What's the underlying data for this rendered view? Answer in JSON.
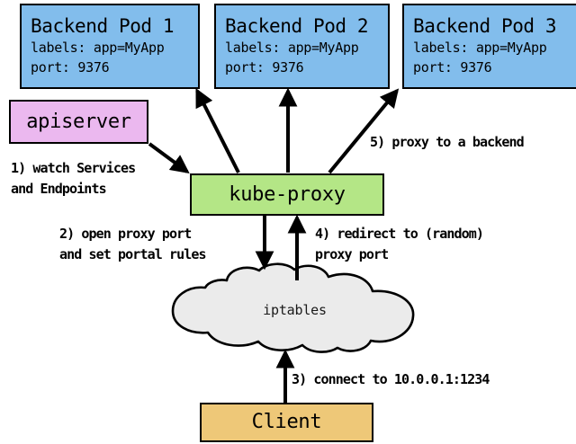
{
  "diagram": {
    "title": "kube-proxy service proxying flow",
    "colors": {
      "pod_fill": "#82bdec",
      "apiserver_fill": "#ebb8ef",
      "kubeproxy_fill": "#b4e686",
      "client_fill": "#eec878",
      "cloud_fill": "#ebebeb",
      "stroke": "#000000",
      "background": "#ffffff"
    },
    "pods": [
      {
        "title": "Backend Pod 1",
        "labels_line": "labels: app=MyApp",
        "port_line": "port: 9376"
      },
      {
        "title": "Backend Pod 2",
        "labels_line": "labels: app=MyApp",
        "port_line": "port: 9376"
      },
      {
        "title": "Backend Pod 3",
        "labels_line": "labels: app=MyApp",
        "port_line": "port: 9376"
      }
    ],
    "nodes": {
      "apiserver": "apiserver",
      "kubeproxy": "kube-proxy",
      "iptables": "iptables",
      "client": "Client"
    },
    "steps": [
      {
        "id": "1",
        "text": "1) watch Services\nand Endpoints"
      },
      {
        "id": "2",
        "text": "2) open proxy port\nand set portal rules"
      },
      {
        "id": "3",
        "text": "3) connect to 10.0.0.1:1234"
      },
      {
        "id": "4",
        "text": "4) redirect to (random)\nproxy port"
      },
      {
        "id": "5",
        "text": "5) proxy to a backend"
      }
    ]
  }
}
